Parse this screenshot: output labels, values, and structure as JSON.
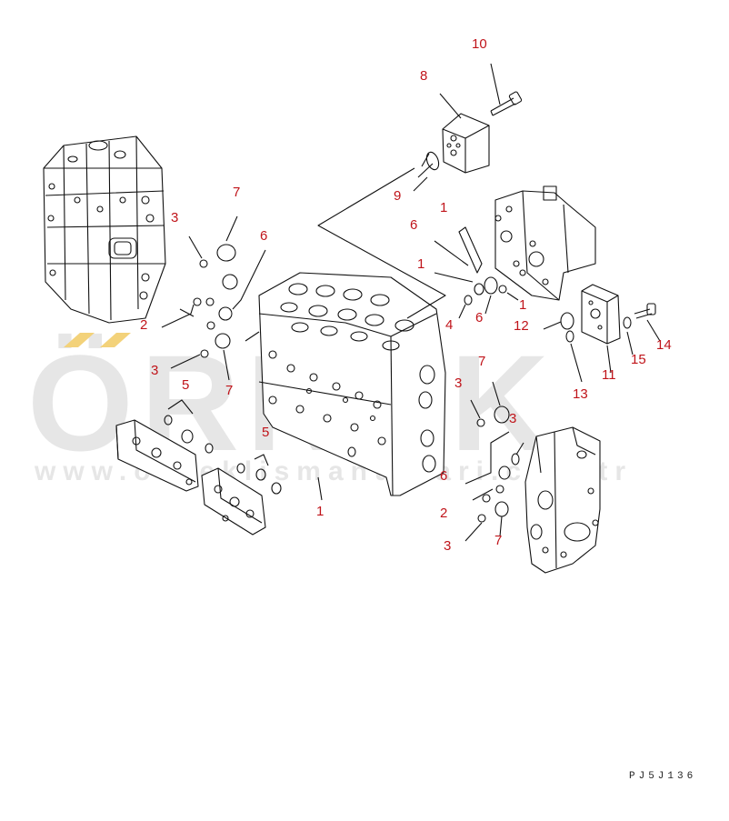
{
  "watermark": {
    "brand": "ÖRNEK",
    "url": "www.orneklismanualari.com.tr"
  },
  "drawing_code": "PJ5J136",
  "colors": {
    "label": "#c0141a",
    "line": "#111111",
    "watermark": "#e6e6e6",
    "accent": "#f3d27a"
  },
  "labels": {
    "l10": "10",
    "l8": "8",
    "l9": "9",
    "l7a": "7",
    "l3a": "3",
    "l6a": "6",
    "l2a": "2",
    "l3b": "3",
    "l7b": "7",
    "l5a": "5",
    "l5b": "5",
    "l1a": "1",
    "l6b": "6",
    "l1b": "1",
    "l1c": "1",
    "l1d": "1",
    "l4": "4",
    "l6c": "6",
    "l12": "12",
    "l14": "14",
    "l15": "15",
    "l11": "11",
    "l13": "13",
    "l3c": "3",
    "l7c": "7",
    "l3d": "3",
    "l6d": "6",
    "l2b": "2",
    "l3e": "3",
    "l7d": "7"
  }
}
